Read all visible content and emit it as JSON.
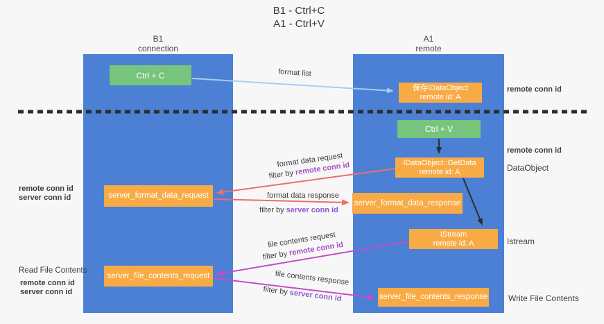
{
  "title": {
    "line1": "B1 - Ctrl+C",
    "line2": "A1 - Ctrl+V"
  },
  "columns": {
    "left": {
      "name": "B1",
      "role": "connection"
    },
    "right": {
      "name": "A1",
      "role": "remote"
    }
  },
  "boxes": {
    "ctrl_c": {
      "label": "Ctrl + C"
    },
    "save_idataobject": {
      "line1": "保存IDataObject",
      "line2": "remote id: A"
    },
    "ctrl_v": {
      "label": "Ctrl + V"
    },
    "idataobject_getdata": {
      "line1": "IDataObject::GetData",
      "line2": "remote id: A"
    },
    "server_format_data_request": {
      "label": "server_format_data_request"
    },
    "server_format_data_response": {
      "label": "server_format_data_response"
    },
    "istream": {
      "line1": "IStream",
      "line2": "remote id: A"
    },
    "server_file_contents_request": {
      "label": "server_file_contents_request"
    },
    "server_file_contents_response": {
      "label": "server_file_contents_response"
    }
  },
  "arrows": {
    "format_list": {
      "label": "format list"
    },
    "format_data_request": {
      "label": "format data request",
      "filter_prefix": "filter by",
      "filter_id": "remote conn id"
    },
    "format_data_response": {
      "label": "format data response",
      "filter_prefix": "filter by",
      "filter_id": "server conn id"
    },
    "file_contents_request": {
      "label": "file contents request",
      "filter_prefix": "filter by",
      "filter_id": "remote conn id"
    },
    "file_contents_response": {
      "label": "file contents response",
      "filter_prefix": "filter by",
      "filter_id": "server conn id"
    }
  },
  "side_labels": {
    "right": {
      "remote_conn_id_top": "remote conn id",
      "remote_conn_id_mid": "remote conn id",
      "dataobject": "DataObject",
      "istream": "Istream",
      "write_file_contents": "Write File Contents"
    },
    "left": {
      "remote_conn_id_top": "remote conn id",
      "server_conn_id_top": "server conn id",
      "read_file_contents": "Read File Contents",
      "remote_conn_id_bottom": "remote conn id",
      "server_conn_id_bottom": "server conn id"
    }
  },
  "colors": {
    "column_blue": "#4c80d4",
    "box_green": "#77c47d",
    "box_orange": "#f8ab45",
    "arrow_light_blue": "#a6cdf2",
    "arrow_red": "#e87070",
    "arrow_magenta": "#c44ec4",
    "arrow_black": "#2d2d2d",
    "remote_conn_id_purple": "#a84fc3",
    "server_conn_id_violet": "#9257d0",
    "server_conn_id_green": "#57a85c"
  }
}
